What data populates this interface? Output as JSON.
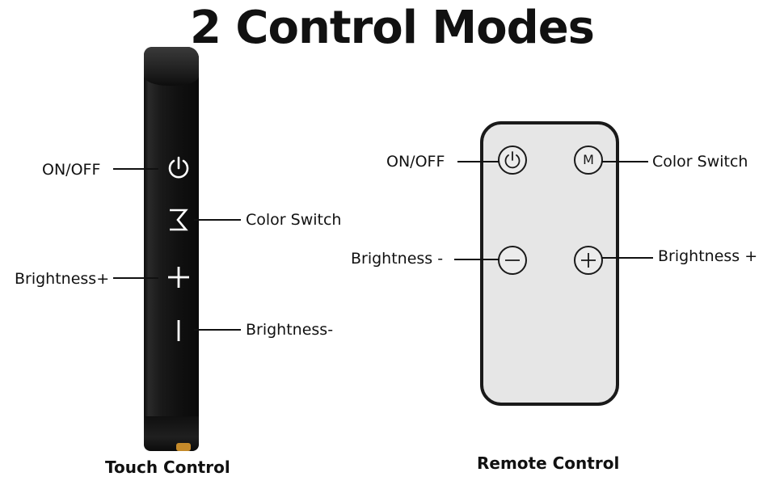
{
  "title": "2 Control Modes",
  "touch_control": {
    "caption": "Touch Control",
    "labels": {
      "on_off": "ON/OFF",
      "color_switch": "Color Switch",
      "brightness_plus": "Brightness+",
      "brightness_minus": "Brightness-"
    },
    "buttons": [
      "power-icon",
      "m-icon",
      "plus-icon",
      "minus-icon"
    ]
  },
  "remote_control": {
    "caption": "Remote Control",
    "labels": {
      "on_off": "ON/OFF",
      "color_switch": "Color Switch",
      "brightness_minus": "Brightness -",
      "brightness_plus": "Brightness +"
    },
    "buttons": {
      "power": "power-icon",
      "mode": "M",
      "minus": "minus-icon",
      "plus": "plus-icon"
    }
  }
}
